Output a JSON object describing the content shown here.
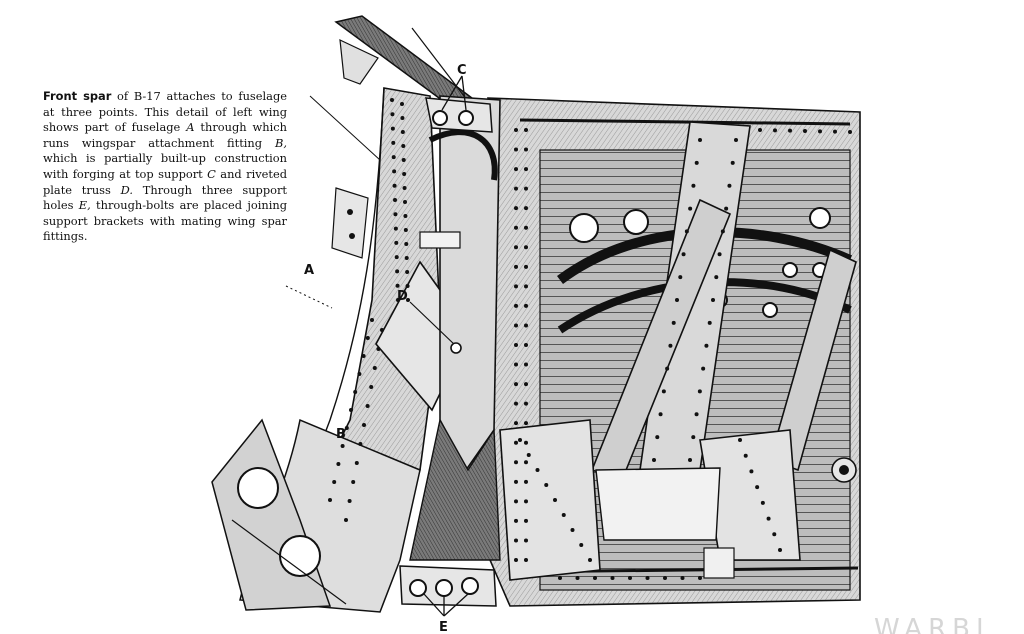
{
  "caption": {
    "lead": "Front spar",
    "t1": " of B-17 attaches to fuselage at three points. This detail of left wing shows part of fuselage ",
    "a": "A",
    "t2": " through which runs wingspar attachment fitting ",
    "b": "B,",
    "t3": " which is partially built-up construction with forging at top support ",
    "c": "C",
    "t4": " and riveted plate truss ",
    "d": "D.",
    "t5": " Through three support holes ",
    "e": "E,",
    "t6": " through-bolts are placed joining support brackets with mating wing spar fittings."
  },
  "callouts": {
    "a": "A",
    "b": "B",
    "c": "C",
    "d": "D",
    "e": "E"
  },
  "watermark": "WARBI",
  "colors": {
    "ink": "#111111",
    "metal": "#cfcfcf",
    "shadow": "#8a8a8a",
    "dark": "#3a3a3a"
  }
}
